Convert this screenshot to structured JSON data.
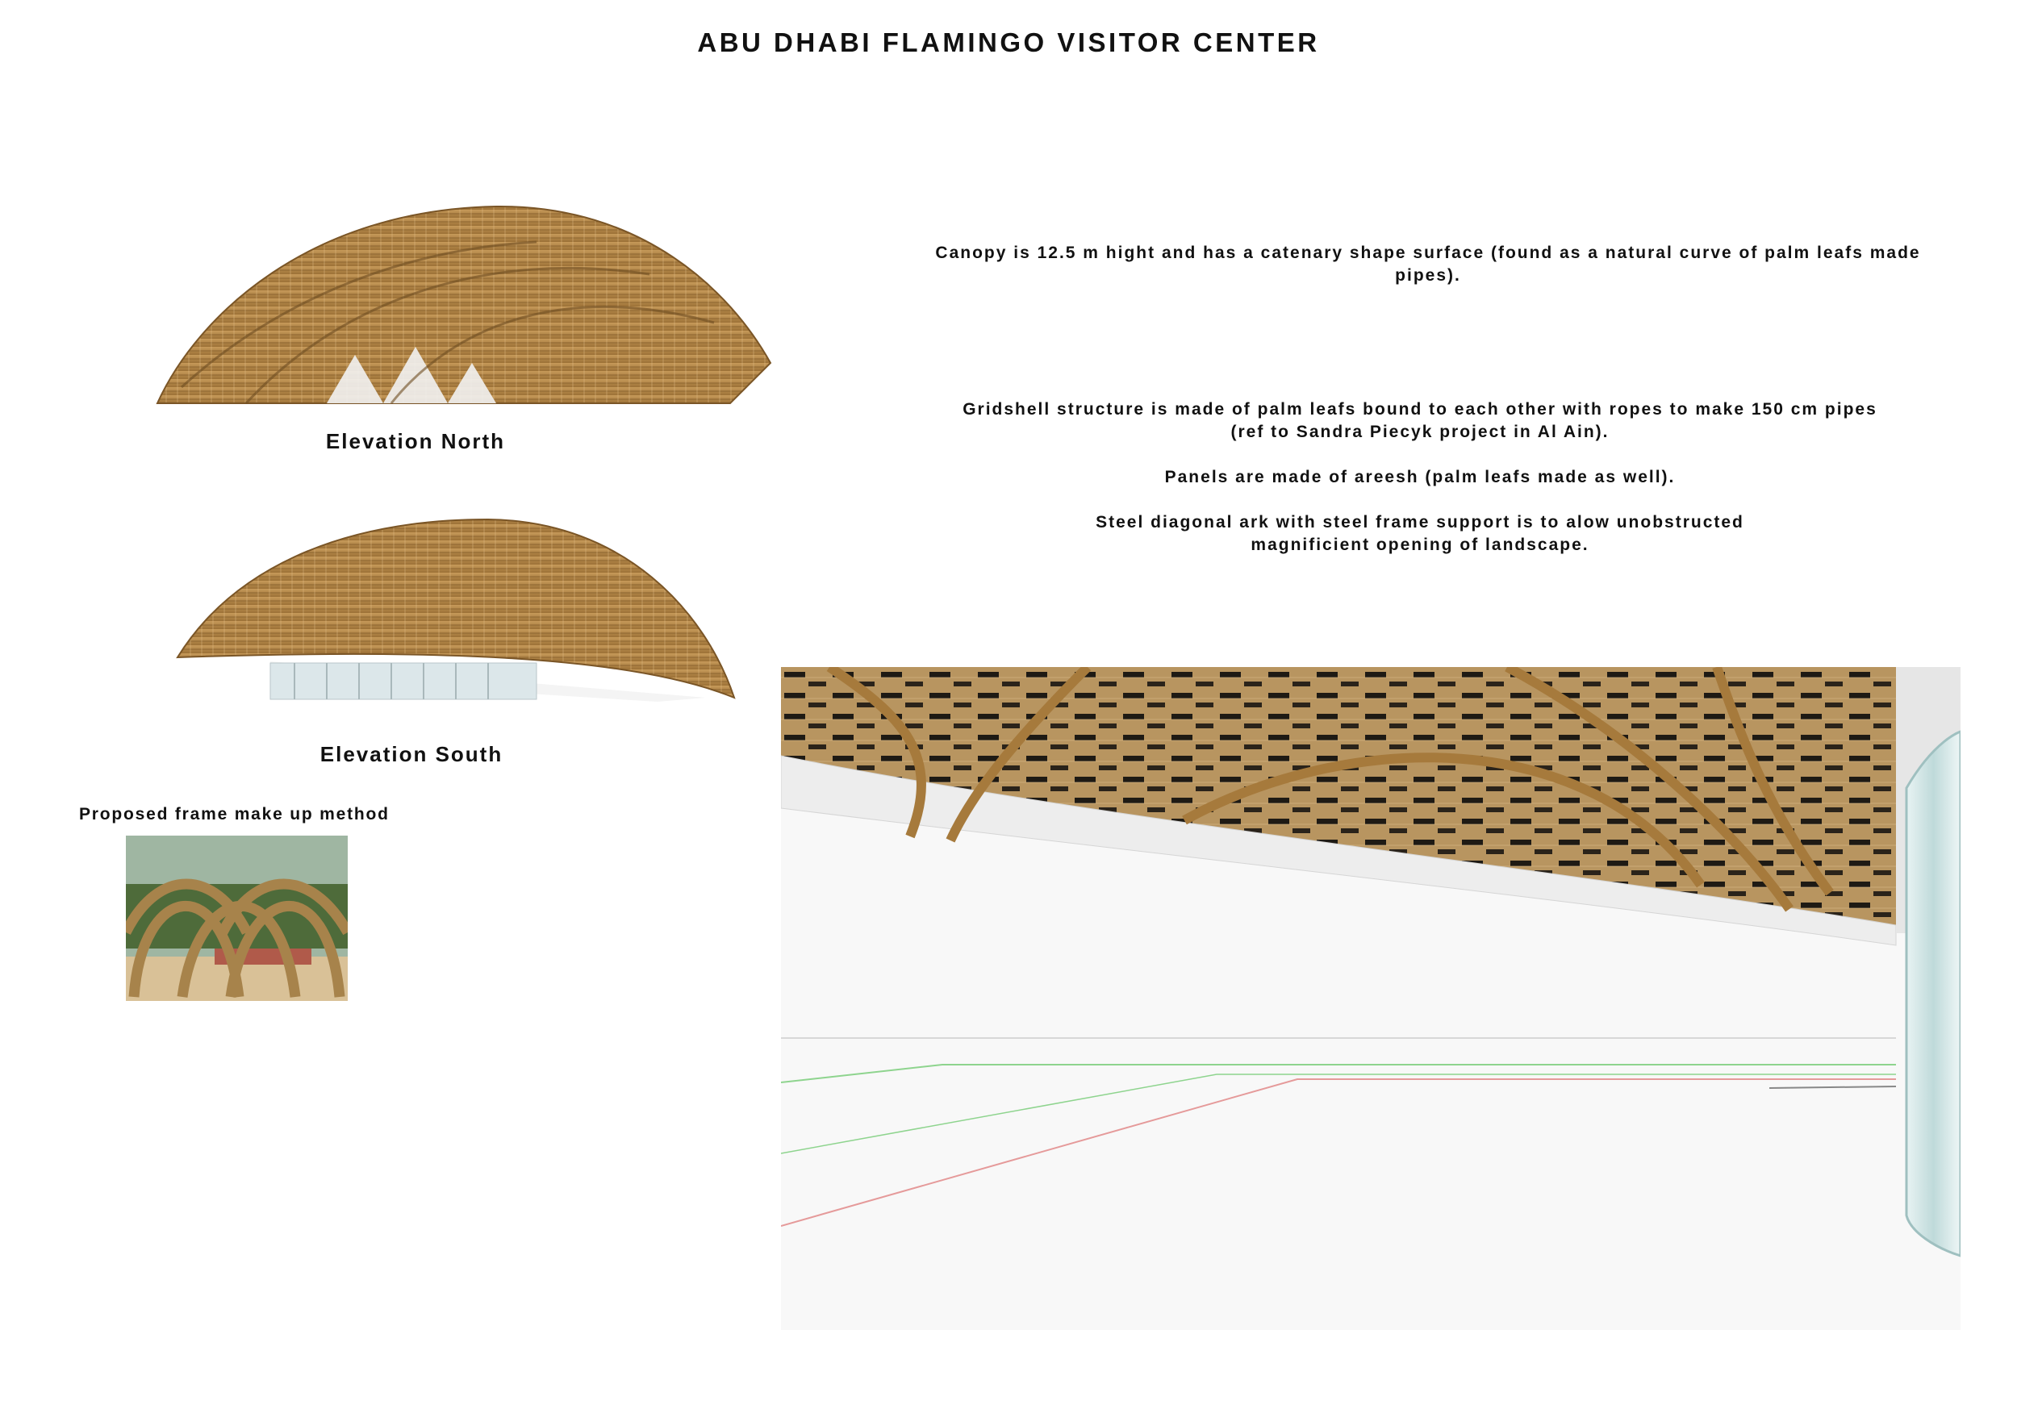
{
  "title": "ABU DHABI FLAMINGO VISITOR CENTER",
  "elevations": {
    "north_label": "Elevation North",
    "south_label": "Elevation South"
  },
  "frame": {
    "label": "Proposed frame make up method"
  },
  "notes": {
    "canopy": "Canopy is 12.5 m hight and has a catenary shape surface (found as a natural curve of palm leafs made pipes).",
    "gridshell": "Gridshell structure is made of palm leafs bound to each other with ropes to make 150 cm pipes\n(ref to Sandra Piecyk project in Al Ain).",
    "panels": "Panels are made of areesh (palm leafs made as well).",
    "steel": "Steel diagonal ark with steel frame support is to alow unobstructed\nmagnificient opening of landscape."
  },
  "colors": {
    "canopy": "#b58a4c",
    "canopy_dark": "#8a6430",
    "glass": "#cfe6e6"
  }
}
